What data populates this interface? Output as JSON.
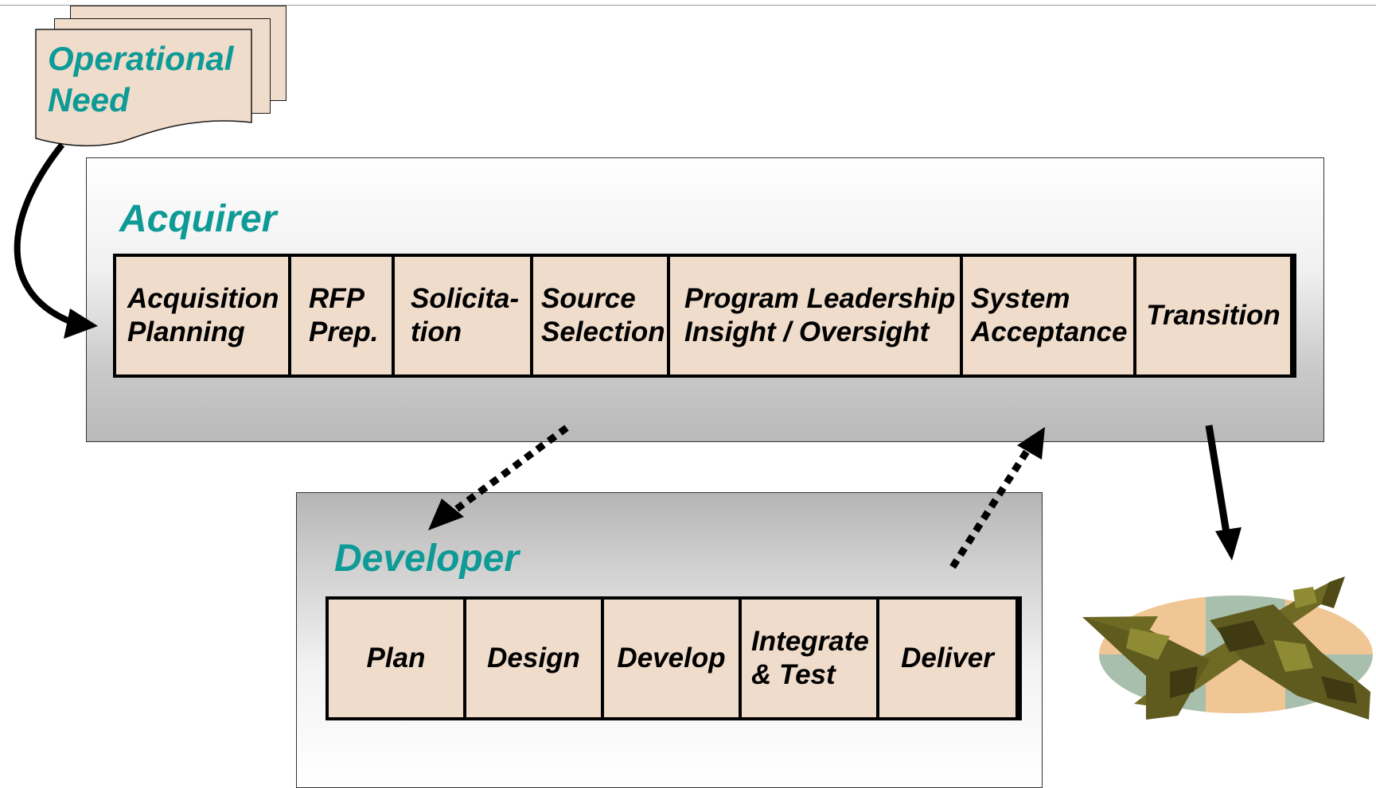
{
  "operational_need": {
    "label": "Operational\nNeed"
  },
  "acquirer": {
    "title": "Acquirer",
    "steps": [
      "Acquisition\nPlanning",
      "RFP\nPrep.",
      "Solicita-\ntion",
      "Source\nSelection",
      "Program Leadership\nInsight / Oversight",
      "System\nAcceptance",
      "Transition"
    ]
  },
  "developer": {
    "title": "Developer",
    "steps": [
      "Plan",
      "Design",
      "Develop",
      "Integrate\n& Test",
      "Deliver"
    ]
  },
  "colors": {
    "title_teal": "#0e9a96",
    "step_fill": "#efdccb",
    "outline": "#000000"
  },
  "icons": {
    "delivered_system": "camouflage-jet-icon"
  }
}
